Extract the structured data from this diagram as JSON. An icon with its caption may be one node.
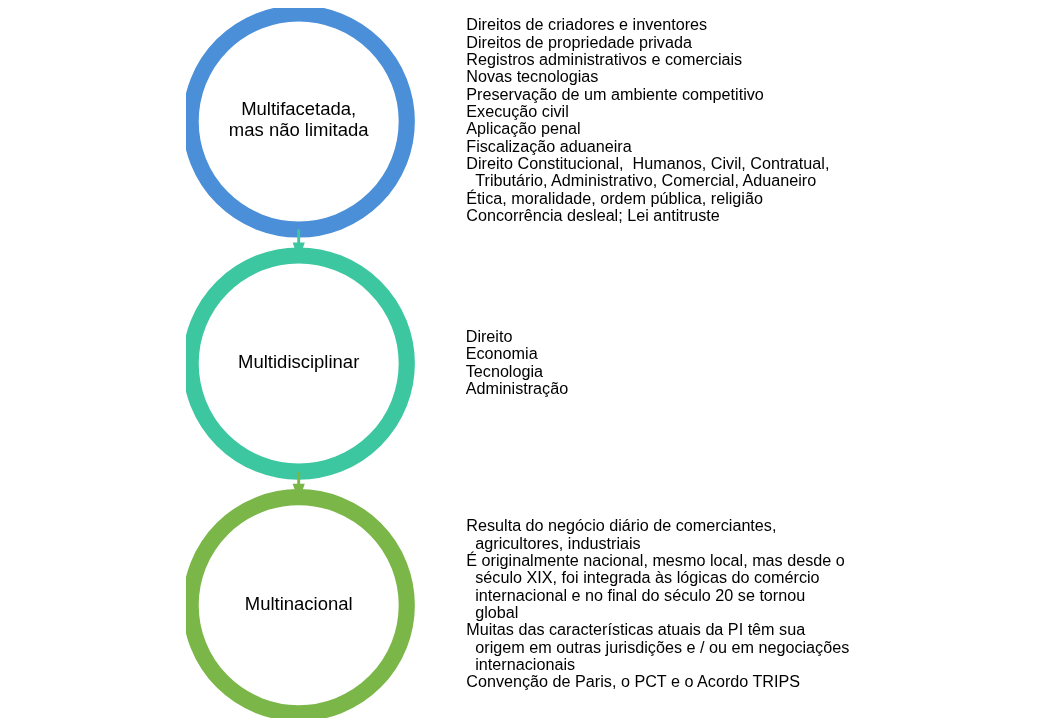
{
  "diagram": {
    "nodes": [
      {
        "text": [
          "Multifacetada, mas não limitada"
        ],
        "beside": [
          "Direitos de criadores e inventores",
          "Direitos de propriedade privada",
          "Registros administrativos e comerciais",
          "Novas tecnologias",
          "Preservação de um ambiente competitivo",
          "Execução civil",
          "Aplicação penal",
          "Fiscalização aduaneira",
          "Direito Constitucional,  Humanos, Civil, Contratual, Tributário, Administrativo, Comercial, Aduaneiro",
          "Ética, moralidade, ordem pública, religião",
          "Concorrência desleal; Lei antitruste"
        ]
      },
      {
        "text": [
          "Multidisciplinar"
        ],
        "beside": [
          "Direito",
          "Economia",
          "Tecnologia",
          "Administração"
        ]
      },
      {
        "text": [
          "Multinacional"
        ],
        "beside": [
          "Resulta do negócio diário de comerciantes, agricultores, industriais",
          "É originalmente nacional, mesmo local, mas desde o século XIX, foi integrada às lógicas do comércio internacional e no final do século 20 se tornou global",
          "Muitas das características atuais da PI têm sua origem em outras jurisdições e / ou em negociações internacionais",
          "Convenção de Paris, o PCT e o Acordo TRIPS"
        ]
      }
    ],
    "edges": [
      {
        "from": 0,
        "to": 1,
        "arrow": "to"
      },
      {
        "from": 1,
        "to": 2,
        "arrow": "to"
      }
    ]
  }
}
